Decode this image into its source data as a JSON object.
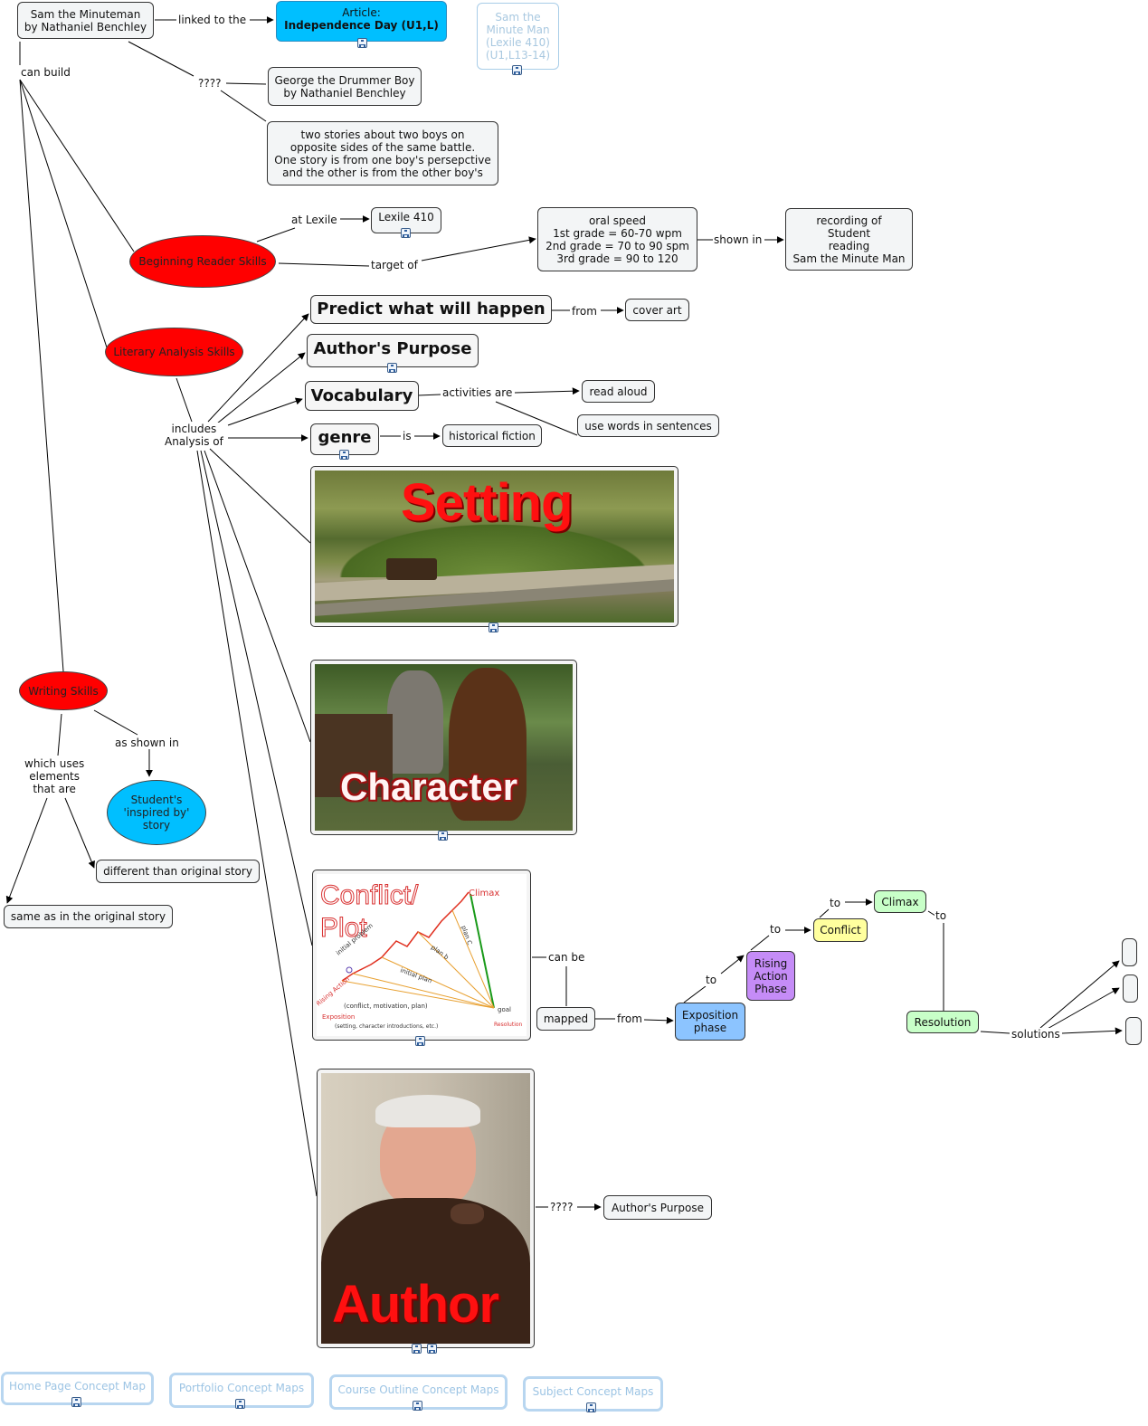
{
  "nodes": {
    "sam_minuteman": "Sam the Minuteman\nby Nathaniel Benchley",
    "article": "Article:",
    "article_title": "Independence Day (U1,L)",
    "sam_minute_man_faded": "Sam the\nMinute Man\n(Lexile 410)\n(U1,L13-14)",
    "george": "George the Drummer Boy\nby Nathaniel Benchley",
    "two_stories": "two stories about two boys on\nopposite sides of the same battle.\nOne story is from one boy's persepctive\nand the other is from the other boy's",
    "lexile_410": "Lexile 410",
    "oral_speed": "oral speed\n1st grade = 60-70 wpm\n2nd grade = 70 to 90 spm\n3rd grade = 90 to 120",
    "recording": "recording of\nStudent\nreading\nSam the Minute Man",
    "beginning_reader": "Beginning Reader Skills",
    "literary_analysis": "Literary Analysis Skills",
    "predict": "Predict what will happen",
    "cover_art": "cover art",
    "authors_purpose_big": "Author's Purpose",
    "vocabulary": "Vocabulary",
    "read_aloud": "read aloud",
    "use_words": "use words in sentences",
    "genre": "genre",
    "historical_fiction": "historical fiction",
    "writing_skills": "Writing Skills",
    "students_story": "Student's\n'inspired by'\nstory",
    "different": "different than original story",
    "same": "same as in the original story",
    "mapped": "mapped",
    "exposition": "Exposition\nphase",
    "rising": "Rising\nAction\nPhase",
    "conflict": "Conflict",
    "climax": "Climax",
    "resolution": "Resolution",
    "authors_purpose_small": "Author's Purpose"
  },
  "labels": {
    "linked_to_the": "linked to the",
    "can_build": "can build",
    "qqqq1": "????",
    "at_lexile": "at Lexile",
    "target_of": "target of",
    "shown_in": "shown in",
    "from1": "from",
    "activities_are": "activities are",
    "is": "is",
    "includes_analysis": "includes\nAnalysis of",
    "as_shown_in": "as shown in",
    "which_uses": "which uses\nelements\nthat are",
    "can_be": "can be",
    "from2": "from",
    "to1": "to",
    "to2": "to",
    "to3": "to",
    "to4": "to",
    "solutions": "solutions",
    "qqqq2": "????"
  },
  "images": {
    "setting": "Setting",
    "character": "Character",
    "conflict_plot": "Conflict/\nPlot",
    "author": "Author",
    "plot_sketch": {
      "climax": "Climax",
      "plan_c": "plan C",
      "plan_b": "plan b",
      "initial_plan": "initial plan",
      "initial_problem": "initial\nproblem",
      "rising_action": "Rising\nAction",
      "conflict_line": "(conflict, motivation, plan)",
      "exposition": "Exposition",
      "setting_line": "(setting, character introductions, etc.)",
      "goal": "goal",
      "resolution": "Resolution"
    }
  },
  "footer": {
    "home": "Home Page Concept Map",
    "portfolio": "Portfolio Concept Maps",
    "course": "Course Outline Concept Maps",
    "subject": "Subject Concept Maps"
  },
  "colors": {
    "article_fill": "#00bfff",
    "skill_ellipse": "#ff0000",
    "students_story": "#00bfff",
    "exposition": "#8cc4ff",
    "rising": "#c58cf7",
    "conflict": "#ffff9e",
    "climax": "#c8ffc8",
    "resolution": "#c8ffc8"
  }
}
